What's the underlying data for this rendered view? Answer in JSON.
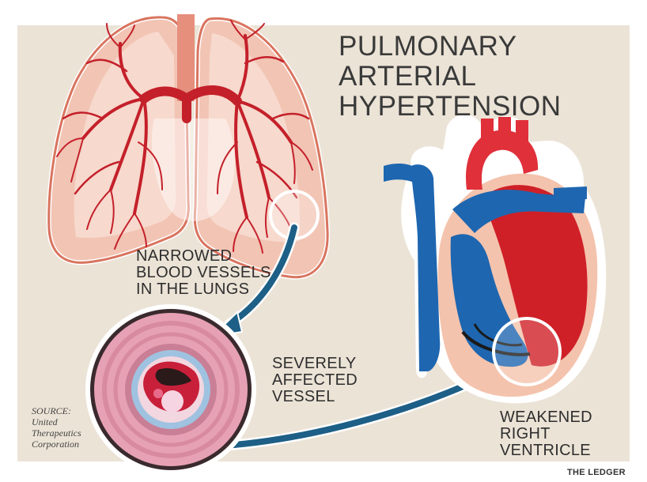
{
  "title": {
    "line1": "PULMONARY",
    "line2": "ARTERIAL",
    "line3": "HYPERTENSION"
  },
  "labels": {
    "lungs": {
      "line1": "NARROWED",
      "line2": "BLOOD VESSELS",
      "line3": "IN THE LUNGS"
    },
    "vessel": {
      "line1": "SEVERELY",
      "line2": "AFFECTED",
      "line3": "VESSEL"
    },
    "ventricle": {
      "line1": "WEAKENED",
      "line2": "RIGHT",
      "line3": "VENTRICLE"
    }
  },
  "source": {
    "line1": "SOURCE:",
    "line2": "United",
    "line3": "Therapeutics",
    "line4": "Corporation"
  },
  "credit": "THE LEDGER",
  "colors": {
    "background": "#ebe3d6",
    "lung_fill": "#f2c4b4",
    "lung_outline": "#d9745f",
    "artery_red": "#cf2027",
    "vein_blue": "#1e66b0",
    "arrow_blue": "#1d5f86",
    "vessel_pink": "#e7a1b4"
  }
}
